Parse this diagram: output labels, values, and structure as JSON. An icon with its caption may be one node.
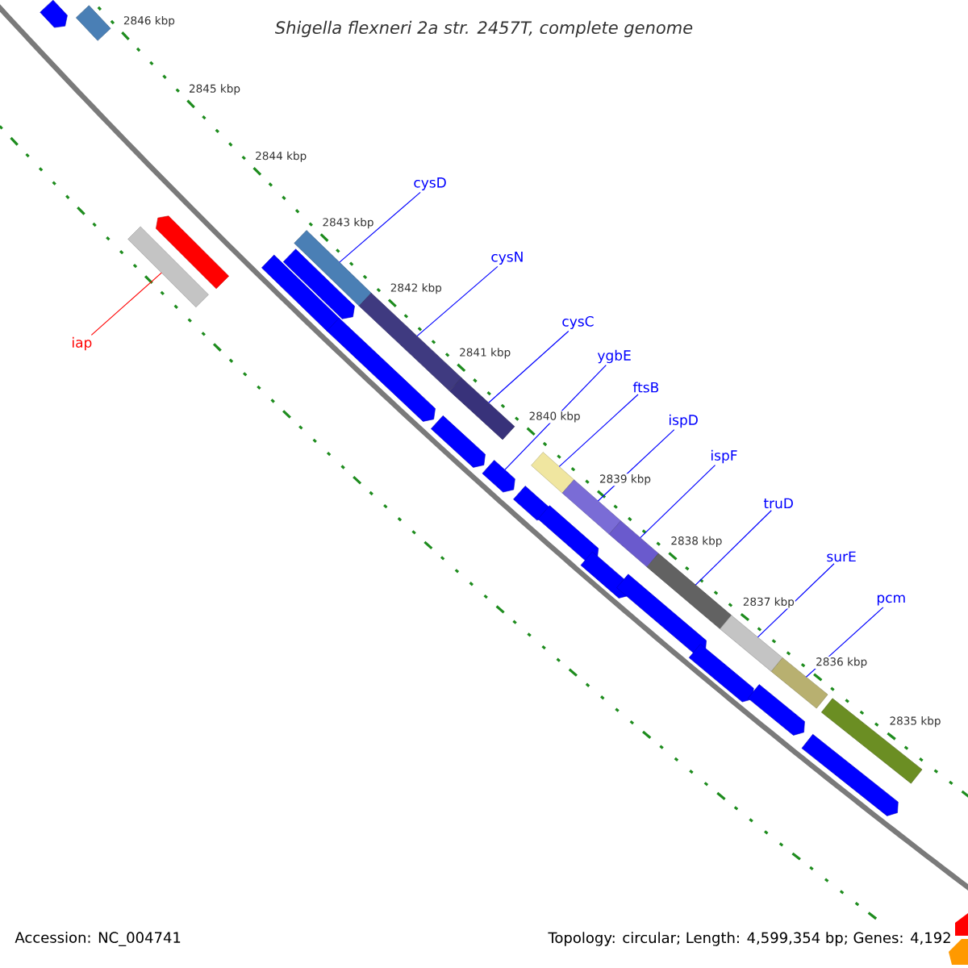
{
  "diagram": {
    "title": "Shigella flexneri 2a str. 2457T, complete genome",
    "nodes": [
      {
        "text": [
          "cysD"
        ]
      },
      {
        "text": [
          "cysN"
        ]
      },
      {
        "text": [
          "cysC"
        ]
      },
      {
        "text": [
          "ygbE"
        ]
      },
      {
        "text": [
          "ftsB"
        ]
      },
      {
        "text": [
          "ispD"
        ]
      },
      {
        "text": [
          "ispF"
        ]
      },
      {
        "text": [
          "truD"
        ]
      },
      {
        "text": [
          "surE"
        ]
      },
      {
        "text": [
          "pcm"
        ]
      },
      {
        "text": [
          "iap"
        ]
      },
      {
        "text": [],
        "shape": "bar"
      },
      {
        "text": [],
        "shape": "bar"
      },
      {
        "text": [],
        "shape": "bar"
      },
      {
        "text": [],
        "shape": "arrow"
      },
      {
        "text": [],
        "shape": "bar"
      },
      {
        "text": [],
        "shape": "bar"
      },
      {
        "text": [],
        "shape": "bar"
      },
      {
        "text": [],
        "shape": "bar"
      },
      {
        "text": [],
        "shape": "bar"
      },
      {
        "text": [],
        "shape": "bar"
      },
      {
        "text": [],
        "shape": "bar"
      },
      {
        "text": [],
        "shape": "bar"
      },
      {
        "text": [],
        "shape": "arrow"
      },
      {
        "text": [],
        "shape": "arrow"
      },
      {
        "text": [],
        "shape": "arrow"
      },
      {
        "text": [],
        "shape": "arrow"
      },
      {
        "text": [],
        "shape": "arrow"
      },
      {
        "text": [],
        "shape": "arrow"
      },
      {
        "text": [],
        "shape": "arrow"
      },
      {
        "text": [],
        "shape": "arrow"
      },
      {
        "text": [],
        "shape": "arrow"
      },
      {
        "text": [],
        "shape": "arrow"
      },
      {
        "text": [],
        "shape": "arrow"
      },
      {
        "text": [],
        "shape": "arrow"
      },
      {
        "text": [],
        "shape": "bar"
      },
      {
        "text": [],
        "shape": "arrow"
      }
    ],
    "edges": [
      {
        "from": 0,
        "to": 11,
        "arrow": "none"
      },
      {
        "from": 1,
        "to": 12,
        "arrow": "none"
      },
      {
        "from": 2,
        "to": 13,
        "arrow": "none"
      },
      {
        "from": 3,
        "to": 14,
        "arrow": "none"
      },
      {
        "from": 4,
        "to": 15,
        "arrow": "none"
      },
      {
        "from": 5,
        "to": 16,
        "arrow": "none"
      },
      {
        "from": 6,
        "to": 17,
        "arrow": "none"
      },
      {
        "from": 7,
        "to": 18,
        "arrow": "none"
      },
      {
        "from": 8,
        "to": 19,
        "arrow": "none"
      },
      {
        "from": 9,
        "to": 20,
        "arrow": "none"
      },
      {
        "from": 10,
        "to": 21,
        "arrow": "none",
        "color": "#ff0000"
      }
    ],
    "labels": [
      "2846 kbp",
      "2845 kbp",
      "2844 kbp",
      "2843 kbp",
      "2842 kbp",
      "2841 kbp",
      "2840 kbp",
      "2839 kbp",
      "2838 kbp",
      "2837 kbp",
      "2836 kbp",
      "2835 kbp",
      "Accession: NC_004741",
      "Topology: circular; Length: 4,599,354 bp; Genes: 4,192"
    ]
  }
}
